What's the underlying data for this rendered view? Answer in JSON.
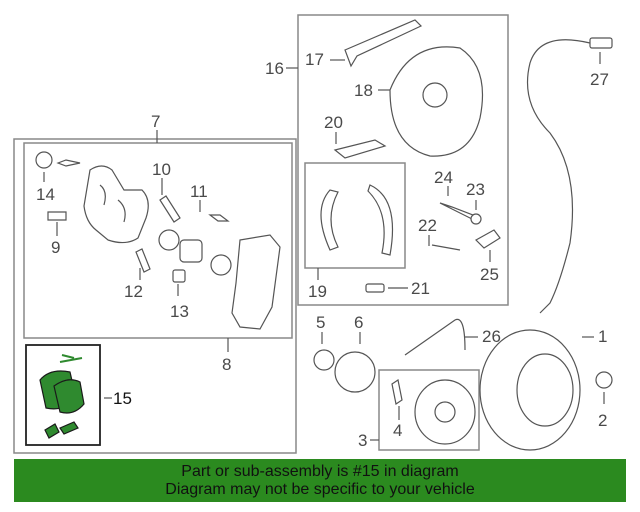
{
  "callouts": {
    "c1": "1",
    "c2": "2",
    "c3": "3",
    "c4": "4",
    "c5": "5",
    "c6": "6",
    "c7": "7",
    "c8": "8",
    "c9": "9",
    "c10": "10",
    "c11": "11",
    "c12": "12",
    "c13": "13",
    "c14": "14",
    "c15": "15",
    "c16": "16",
    "c17": "17",
    "c18": "18",
    "c19": "19",
    "c20": "20",
    "c21": "21",
    "c22": "22",
    "c23": "23",
    "c24": "24",
    "c25": "25",
    "c26": "26",
    "c27": "27"
  },
  "highlight": {
    "part_number": "15",
    "color": "#2f8a2f"
  },
  "banner": {
    "line1": "Part or sub-assembly is #15 in diagram",
    "line2": "Diagram may not be specific to your vehicle",
    "background": "#2b8a1f"
  }
}
